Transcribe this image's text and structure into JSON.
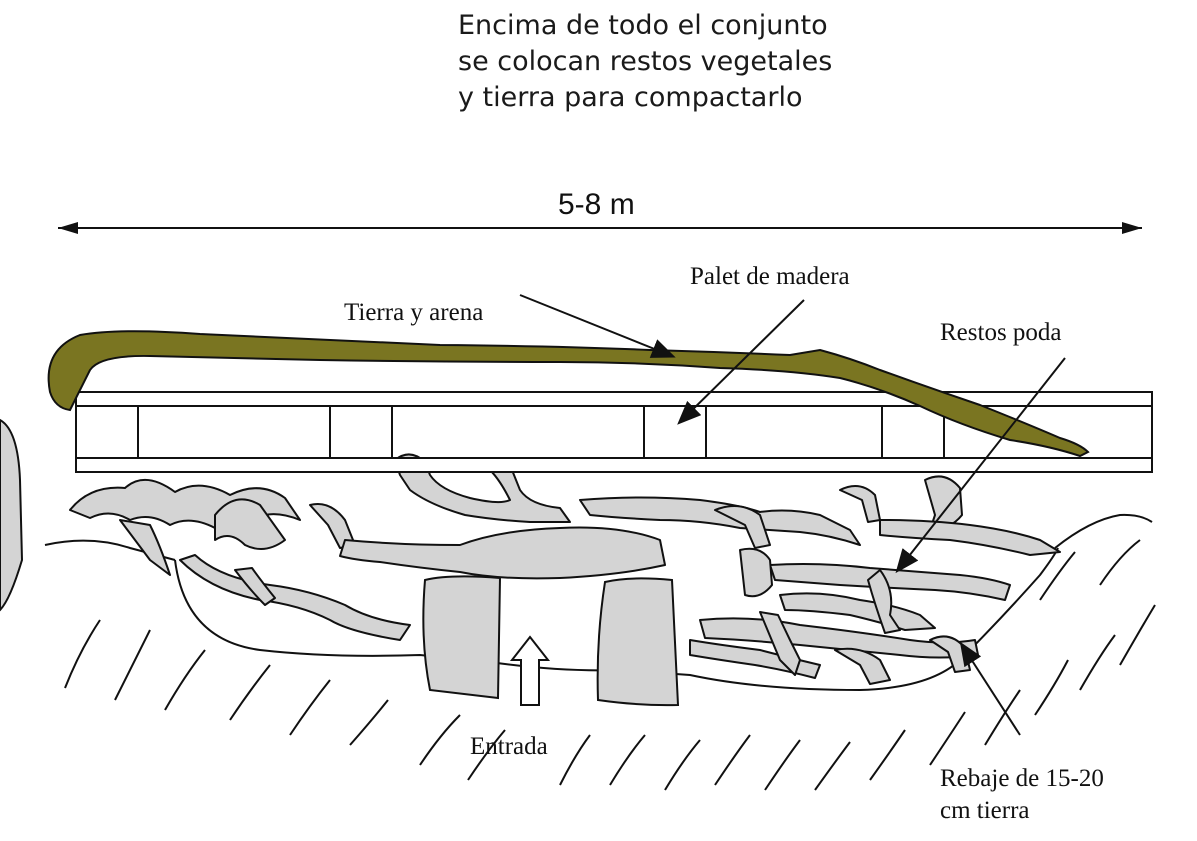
{
  "caption": {
    "lines": [
      "Encima de todo el conjunto",
      "se colocan restos vegetales",
      "y tierra para compactarlo"
    ]
  },
  "dimension": {
    "label": "5-8 m"
  },
  "labels": {
    "tierra_arena": "Tierra y arena",
    "palet": "Palet de madera",
    "restos_poda": "Restos poda",
    "entrada": "Entrada",
    "rebaje_line1": "Rebaje de 15-20",
    "rebaje_line2": "cm tierra"
  },
  "colors": {
    "soil_layer": "#7a7521",
    "branches": "#d4d4d4",
    "outline": "#111111"
  }
}
